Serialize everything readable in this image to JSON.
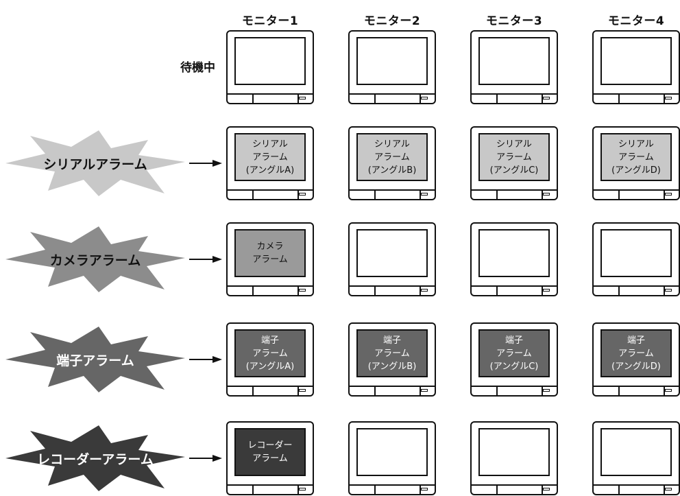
{
  "headers": [
    "モニター1",
    "モニター2",
    "モニター3",
    "モニター4"
  ],
  "idle_label": "待機中",
  "rows": [
    {
      "alarm": "シリアルアラーム",
      "burst_color": "#c8c8c8",
      "label_color": "#111111",
      "screen_color": "#c8c8c8",
      "screen_text_color": "#111111",
      "screens": [
        [
          "シリアル",
          "アラーム",
          "(アングルA)"
        ],
        [
          "シリアル",
          "アラーム",
          "(アングルB)"
        ],
        [
          "シリアル",
          "アラーム",
          "(アングルC)"
        ],
        [
          "シリアル",
          "アラーム",
          "(アングルD)"
        ]
      ]
    },
    {
      "alarm": "カメラアラーム",
      "burst_color": "#8c8c8c",
      "label_color": "#111111",
      "screen_color": "#9a9a9a",
      "screen_text_color": "#111111",
      "screens": [
        [
          "カメラ",
          "アラーム"
        ],
        [],
        [],
        []
      ]
    },
    {
      "alarm": "端子アラーム",
      "burst_color": "#666666",
      "label_color": "#ffffff",
      "screen_color": "#666666",
      "screen_text_color": "#ffffff",
      "screens": [
        [
          "端子",
          "アラーム",
          "(アングルA)"
        ],
        [
          "端子",
          "アラーム",
          "(アングルB)"
        ],
        [
          "端子",
          "アラーム",
          "(アングルC)"
        ],
        [
          "端子",
          "アラーム",
          "(アングルD)"
        ]
      ]
    },
    {
      "alarm": "レコーダーアラーム",
      "burst_color": "#3a3a3a",
      "label_color": "#ffffff",
      "screen_color": "#3a3a3a",
      "screen_text_color": "#ffffff",
      "screens": [
        [
          "レコーダー",
          "アラーム"
        ],
        [],
        [],
        []
      ]
    }
  ]
}
